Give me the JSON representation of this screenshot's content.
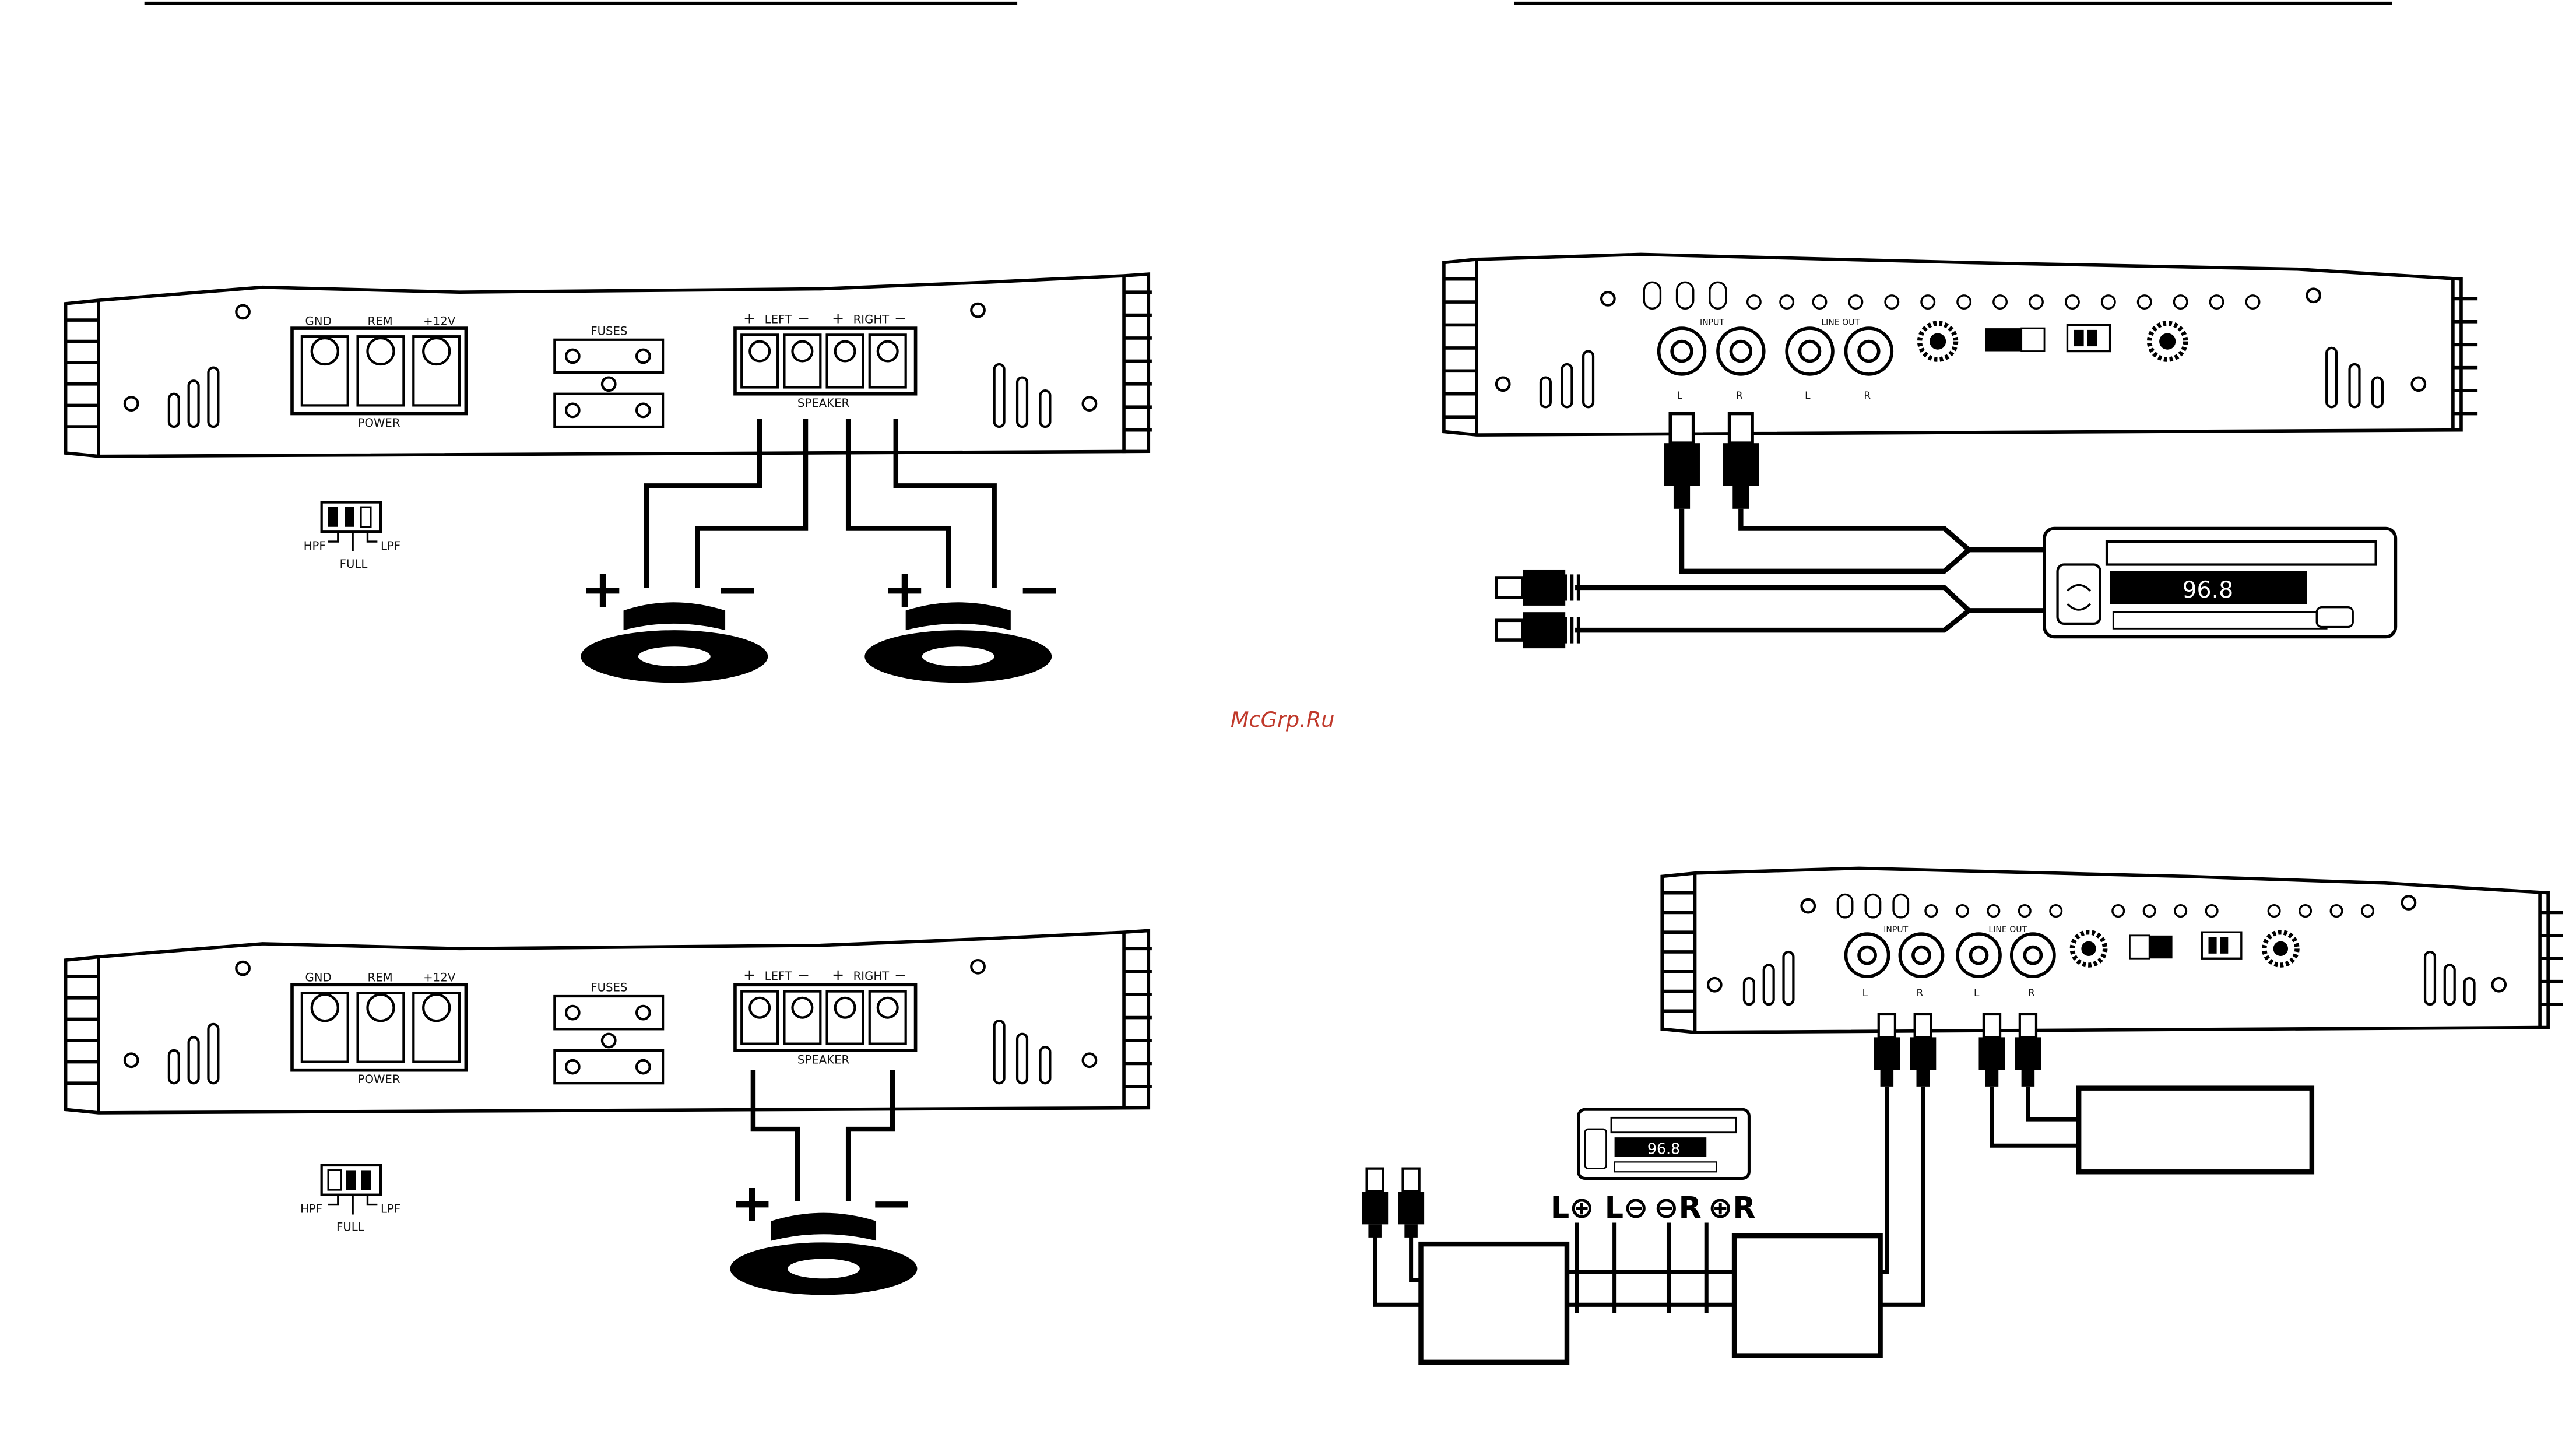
{
  "amp_labels": {
    "gnd": "GND",
    "rem": "REM",
    "v12": "+12V",
    "power": "POWER",
    "fuses": "FUSES",
    "left": "LEFT",
    "right": "RIGHT",
    "speaker": "SPEAKER",
    "input": "INPUT",
    "line_out": "LINE OUT",
    "l": "L",
    "r": "R"
  },
  "switch_labels": {
    "hpf": "HPF",
    "full": "FULL",
    "lpf": "LPF"
  },
  "polarity": {
    "plus": "+",
    "minus": "−"
  },
  "radio_display": "96.8",
  "hl_converter_labels": {
    "lp": "L⊕",
    "lm": "L⊖",
    "rm": "⊖R",
    "rp": "⊕R"
  },
  "watermark": "McGrp.Ru"
}
